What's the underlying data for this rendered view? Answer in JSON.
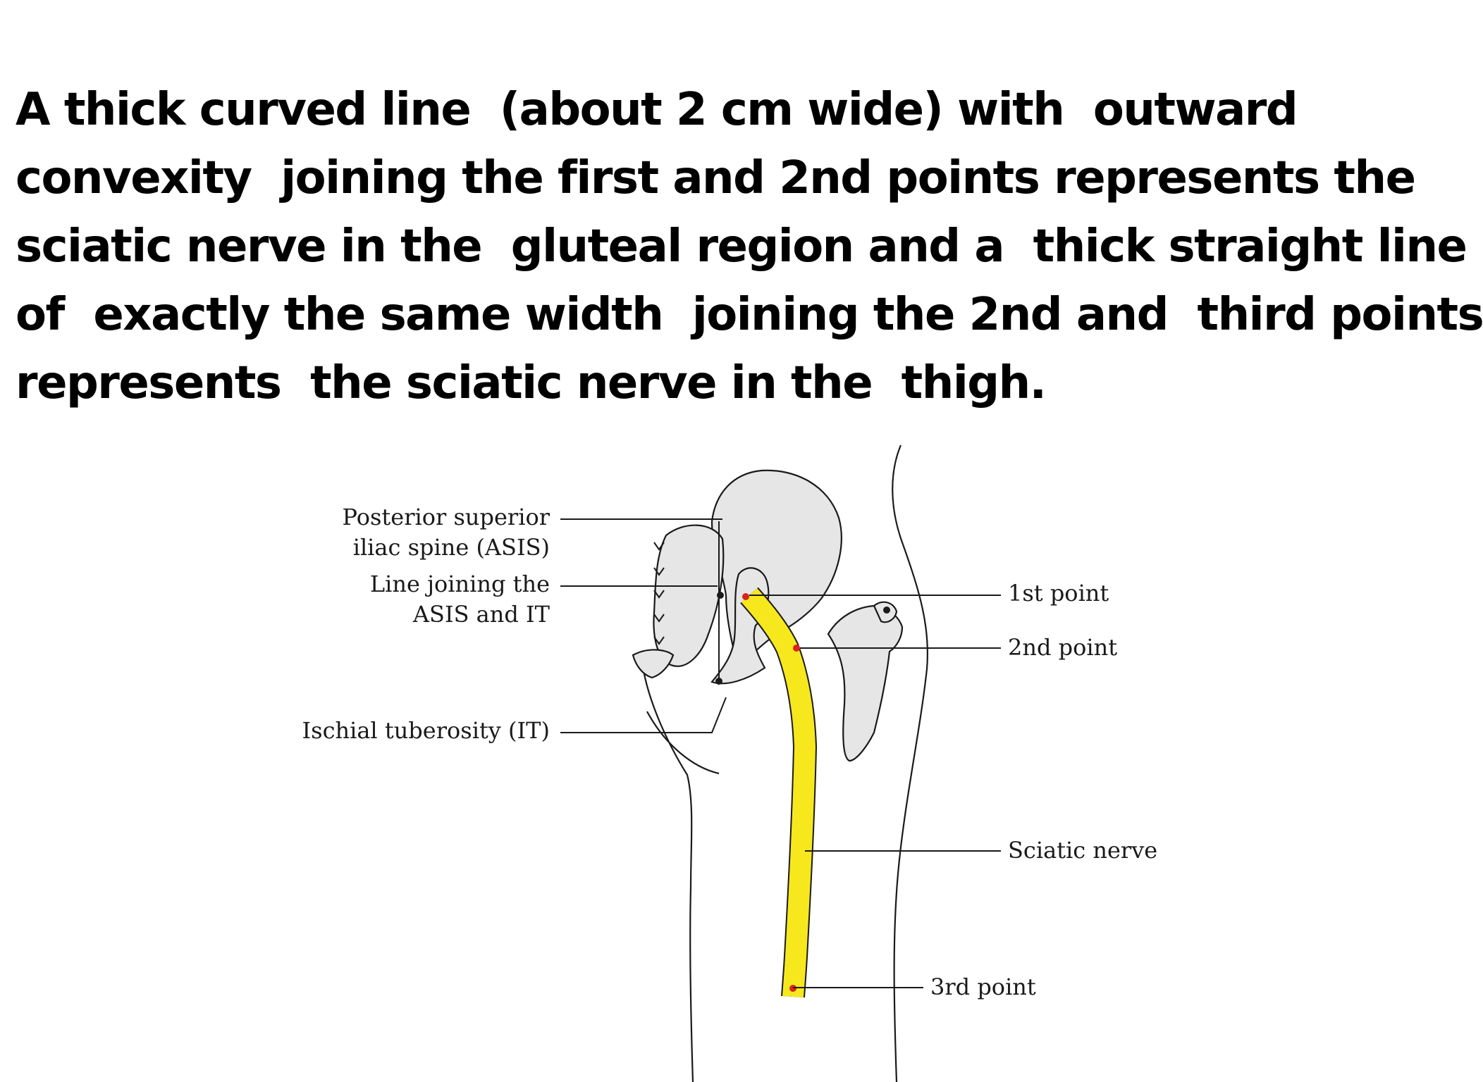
{
  "slide": {
    "text_lines": [
      "A thick curved line  (about 2 cm wide) with  outward",
      "convexity  joining the first and 2nd points represents the",
      "sciatic nerve in the  gluteal region and a  thick straight line",
      "of  exactly the same width  joining the 2nd and  third points",
      "represents  the sciatic nerve in the  thigh."
    ]
  },
  "figure": {
    "labels": {
      "psis_line1": "Posterior superior",
      "psis_line2": "iliac spine (ASIS)",
      "line_join_1": "Line joining the",
      "line_join_2": "ASIS and IT",
      "ischial": "Ischial tuberosity (IT)",
      "point1": "1st point",
      "point2": "2nd point",
      "sciatic": "Sciatic nerve",
      "point3": "3rd point"
    },
    "colors": {
      "nerve": "#f7e81d",
      "bone": "#e6e6e6",
      "outline": "#1a1a1a",
      "point": "#d9231f"
    }
  }
}
